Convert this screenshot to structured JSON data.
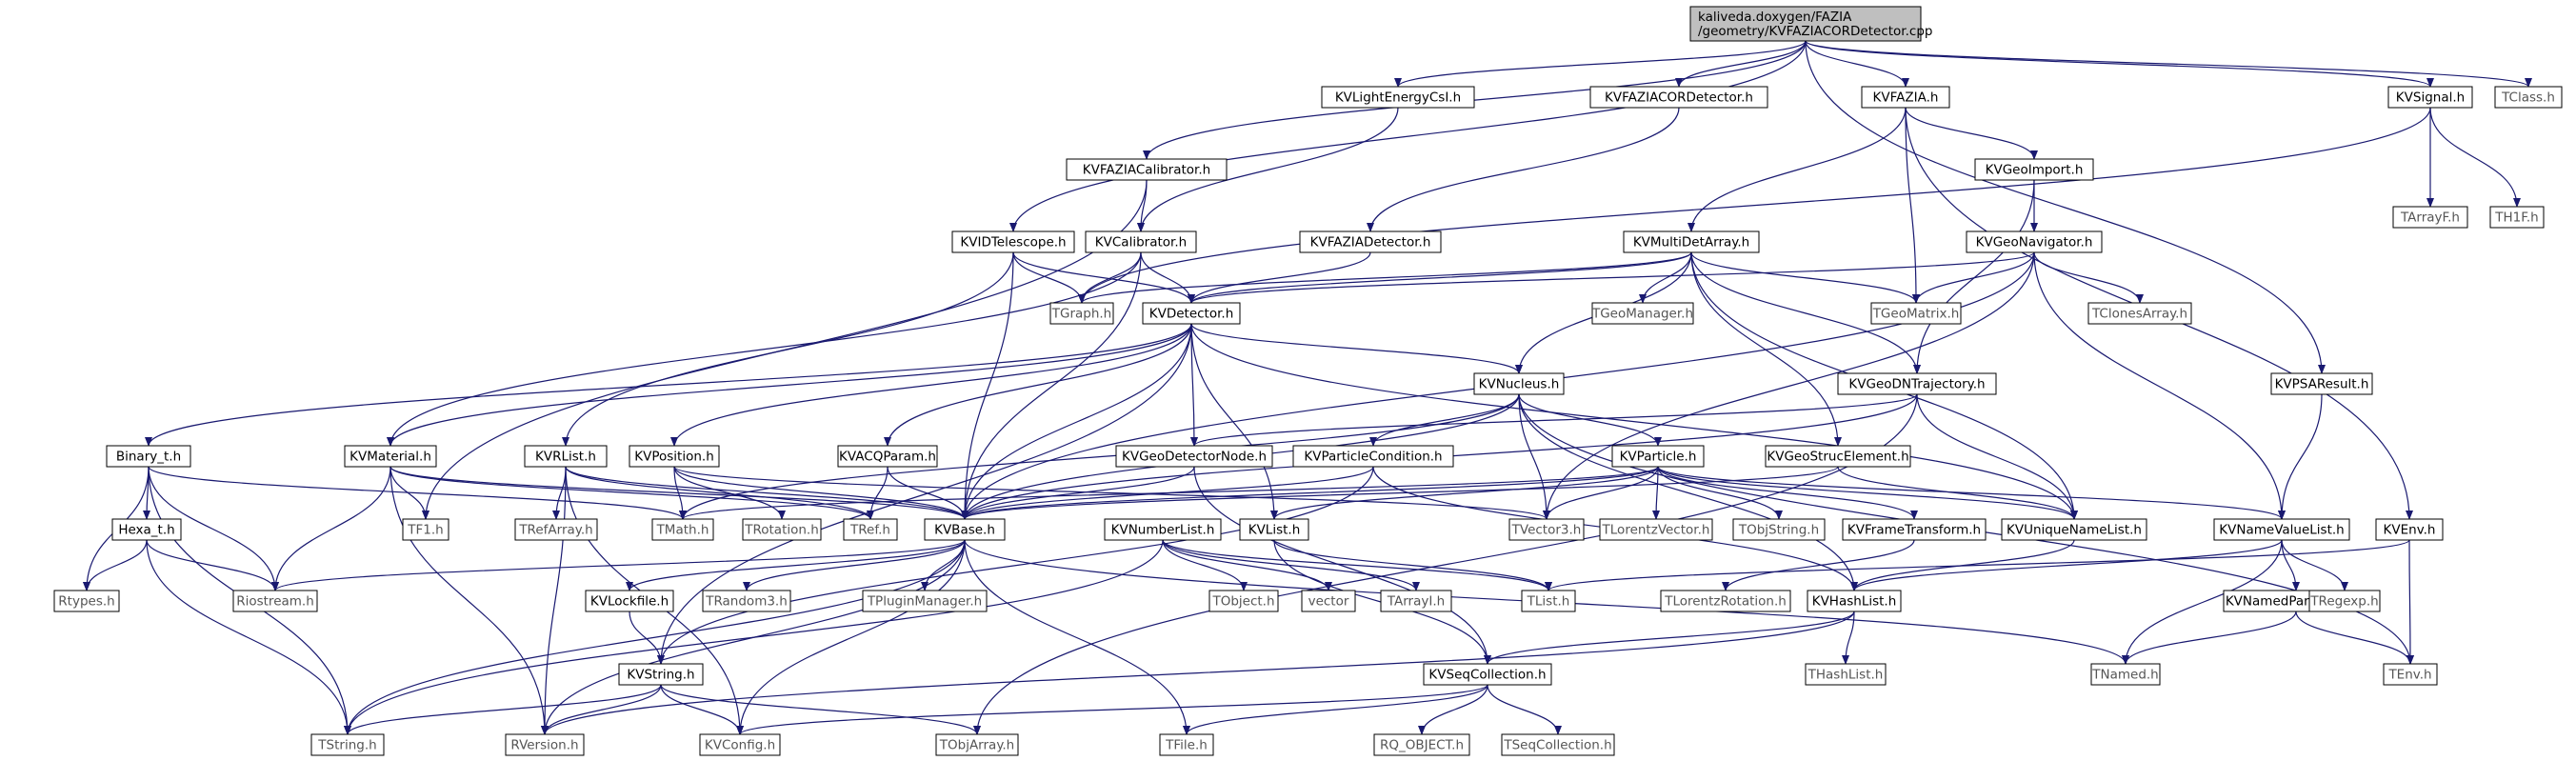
{
  "graph": {
    "nodes": [
      {
        "id": "root",
        "lines": [
          "kaliveda.doxygen/FAZIA",
          "/geometry/KVFAZIACORDetector.cpp"
        ],
        "kind": "root"
      },
      {
        "id": "KVLightEnergyCsI",
        "lines": [
          "KVLightEnergyCsI.h"
        ],
        "kind": "doc"
      },
      {
        "id": "KVFAZIACORDetector",
        "lines": [
          "KVFAZIACORDetector.h"
        ],
        "kind": "doc"
      },
      {
        "id": "KVFAZIA",
        "lines": [
          "KVFAZIA.h"
        ],
        "kind": "doc"
      },
      {
        "id": "KVSignal",
        "lines": [
          "KVSignal.h"
        ],
        "kind": "doc"
      },
      {
        "id": "TClass",
        "lines": [
          "TClass.h"
        ],
        "kind": "ext"
      },
      {
        "id": "KVFAZIACalibrator",
        "lines": [
          "KVFAZIACalibrator.h"
        ],
        "kind": "doc"
      },
      {
        "id": "KVGeoImport",
        "lines": [
          "KVGeoImport.h"
        ],
        "kind": "doc"
      },
      {
        "id": "TArrayF",
        "lines": [
          "TArrayF.h"
        ],
        "kind": "ext"
      },
      {
        "id": "TH1F",
        "lines": [
          "TH1F.h"
        ],
        "kind": "ext"
      },
      {
        "id": "KVIDTelescope",
        "lines": [
          "KVIDTelescope.h"
        ],
        "kind": "doc"
      },
      {
        "id": "KVCalibrator",
        "lines": [
          "KVCalibrator.h"
        ],
        "kind": "doc"
      },
      {
        "id": "KVFAZIADetector",
        "lines": [
          "KVFAZIADetector.h"
        ],
        "kind": "doc"
      },
      {
        "id": "KVMultiDetArray",
        "lines": [
          "KVMultiDetArray.h"
        ],
        "kind": "doc"
      },
      {
        "id": "KVGeoNavigator",
        "lines": [
          "KVGeoNavigator.h"
        ],
        "kind": "doc"
      },
      {
        "id": "TGraph",
        "lines": [
          "TGraph.h"
        ],
        "kind": "ext"
      },
      {
        "id": "KVDetector",
        "lines": [
          "KVDetector.h"
        ],
        "kind": "doc"
      },
      {
        "id": "TGeoManager",
        "lines": [
          "TGeoManager.h"
        ],
        "kind": "ext"
      },
      {
        "id": "TGeoMatrix",
        "lines": [
          "TGeoMatrix.h"
        ],
        "kind": "ext"
      },
      {
        "id": "TClonesArray",
        "lines": [
          "TClonesArray.h"
        ],
        "kind": "ext"
      },
      {
        "id": "KVNucleus",
        "lines": [
          "KVNucleus.h"
        ],
        "kind": "doc"
      },
      {
        "id": "KVGeoDNTrajectory",
        "lines": [
          "KVGeoDNTrajectory.h"
        ],
        "kind": "doc"
      },
      {
        "id": "KVPSAResult",
        "lines": [
          "KVPSAResult.h"
        ],
        "kind": "doc"
      },
      {
        "id": "Binary_t",
        "lines": [
          "Binary_t.h"
        ],
        "kind": "doc"
      },
      {
        "id": "KVMaterial",
        "lines": [
          "KVMaterial.h"
        ],
        "kind": "doc"
      },
      {
        "id": "KVRList",
        "lines": [
          "KVRList.h"
        ],
        "kind": "doc"
      },
      {
        "id": "KVPosition",
        "lines": [
          "KVPosition.h"
        ],
        "kind": "doc"
      },
      {
        "id": "KVACQParam",
        "lines": [
          "KVACQParam.h"
        ],
        "kind": "doc"
      },
      {
        "id": "KVGeoDetectorNode",
        "lines": [
          "KVGeoDetectorNode.h"
        ],
        "kind": "doc"
      },
      {
        "id": "KVParticleCondition",
        "lines": [
          "KVParticleCondition.h"
        ],
        "kind": "doc"
      },
      {
        "id": "KVParticle",
        "lines": [
          "KVParticle.h"
        ],
        "kind": "doc"
      },
      {
        "id": "KVGeoStrucElement",
        "lines": [
          "KVGeoStrucElement.h"
        ],
        "kind": "doc"
      },
      {
        "id": "Hexa_t",
        "lines": [
          "Hexa_t.h"
        ],
        "kind": "doc"
      },
      {
        "id": "TF1",
        "lines": [
          "TF1.h"
        ],
        "kind": "ext"
      },
      {
        "id": "TRefArray",
        "lines": [
          "TRefArray.h"
        ],
        "kind": "ext"
      },
      {
        "id": "TMath",
        "lines": [
          "TMath.h"
        ],
        "kind": "ext"
      },
      {
        "id": "TRotation",
        "lines": [
          "TRotation.h"
        ],
        "kind": "ext"
      },
      {
        "id": "TRef",
        "lines": [
          "TRef.h"
        ],
        "kind": "ext"
      },
      {
        "id": "KVBase",
        "lines": [
          "KVBase.h"
        ],
        "kind": "doc"
      },
      {
        "id": "KVList",
        "lines": [
          "KVList.h"
        ],
        "kind": "doc"
      },
      {
        "id": "TVector3",
        "lines": [
          "TVector3.h"
        ],
        "kind": "ext"
      },
      {
        "id": "TLorentzVector",
        "lines": [
          "TLorentzVector.h"
        ],
        "kind": "ext"
      },
      {
        "id": "TObjString",
        "lines": [
          "TObjString.h"
        ],
        "kind": "ext"
      },
      {
        "id": "KVFrameTransform",
        "lines": [
          "KVFrameTransform.h"
        ],
        "kind": "doc"
      },
      {
        "id": "KVUniqueNameList",
        "lines": [
          "KVUniqueNameList.h"
        ],
        "kind": "doc"
      },
      {
        "id": "KVNameValueList",
        "lines": [
          "KVNameValueList.h"
        ],
        "kind": "doc"
      },
      {
        "id": "KVEnv",
        "lines": [
          "KVEnv.h"
        ],
        "kind": "doc"
      },
      {
        "id": "KVNumberList",
        "lines": [
          "KVNumberList.h"
        ],
        "kind": "doc"
      },
      {
        "id": "Rtypes",
        "lines": [
          "Rtypes.h"
        ],
        "kind": "ext"
      },
      {
        "id": "Riostream",
        "lines": [
          "Riostream.h"
        ],
        "kind": "ext"
      },
      {
        "id": "KVLockfile",
        "lines": [
          "KVLockfile.h"
        ],
        "kind": "doc"
      },
      {
        "id": "TRandom3",
        "lines": [
          "TRandom3.h"
        ],
        "kind": "ext"
      },
      {
        "id": "TPluginManager",
        "lines": [
          "TPluginManager.h"
        ],
        "kind": "ext"
      },
      {
        "id": "TObject",
        "lines": [
          "TObject.h"
        ],
        "kind": "ext"
      },
      {
        "id": "vector",
        "lines": [
          "vector"
        ],
        "kind": "ext"
      },
      {
        "id": "TArrayI",
        "lines": [
          "TArrayI.h"
        ],
        "kind": "ext"
      },
      {
        "id": "TList",
        "lines": [
          "TList.h"
        ],
        "kind": "ext"
      },
      {
        "id": "TLorentzRotation",
        "lines": [
          "TLorentzRotation.h"
        ],
        "kind": "ext"
      },
      {
        "id": "KVHashList",
        "lines": [
          "KVHashList.h"
        ],
        "kind": "doc"
      },
      {
        "id": "KVNamedParameter",
        "lines": [
          "KVNamedParameter.h"
        ],
        "kind": "doc"
      },
      {
        "id": "TRegexp",
        "lines": [
          "TRegexp.h"
        ],
        "kind": "ext"
      },
      {
        "id": "KVString",
        "lines": [
          "KVString.h"
        ],
        "kind": "doc"
      },
      {
        "id": "KVSeqCollection",
        "lines": [
          "KVSeqCollection.h"
        ],
        "kind": "doc"
      },
      {
        "id": "THashList",
        "lines": [
          "THashList.h"
        ],
        "kind": "ext"
      },
      {
        "id": "TNamed",
        "lines": [
          "TNamed.h"
        ],
        "kind": "ext"
      },
      {
        "id": "TEnv",
        "lines": [
          "TEnv.h"
        ],
        "kind": "ext"
      },
      {
        "id": "TString",
        "lines": [
          "TString.h"
        ],
        "kind": "ext"
      },
      {
        "id": "RVersion",
        "lines": [
          "RVersion.h"
        ],
        "kind": "ext"
      },
      {
        "id": "KVConfig",
        "lines": [
          "KVConfig.h"
        ],
        "kind": "ext"
      },
      {
        "id": "TObjArray",
        "lines": [
          "TObjArray.h"
        ],
        "kind": "ext"
      },
      {
        "id": "TFile",
        "lines": [
          "TFile.h"
        ],
        "kind": "ext"
      },
      {
        "id": "RQ_OBJECT",
        "lines": [
          "RQ_OBJECT.h"
        ],
        "kind": "ext"
      },
      {
        "id": "TSeqCollection",
        "lines": [
          "TSeqCollection.h"
        ],
        "kind": "ext"
      }
    ],
    "edges": [
      [
        "root",
        "KVLightEnergyCsI"
      ],
      [
        "root",
        "KVFAZIACORDetector"
      ],
      [
        "root",
        "KVFAZIA"
      ],
      [
        "root",
        "KVSignal"
      ],
      [
        "root",
        "TClass"
      ],
      [
        "root",
        "KVFAZIACalibrator"
      ],
      [
        "root",
        "KVIDTelescope"
      ],
      [
        "root",
        "KVPSAResult"
      ],
      [
        "KVLightEnergyCsI",
        "KVCalibrator"
      ],
      [
        "KVFAZIACORDetector",
        "KVFAZIADetector"
      ],
      [
        "KVFAZIA",
        "KVGeoImport"
      ],
      [
        "KVFAZIA",
        "KVMultiDetArray"
      ],
      [
        "KVFAZIA",
        "TGeoMatrix"
      ],
      [
        "KVFAZIA",
        "KVEnv"
      ],
      [
        "KVSignal",
        "TArrayF"
      ],
      [
        "KVSignal",
        "TH1F"
      ],
      [
        "KVSignal",
        "TGraph"
      ],
      [
        "KVFAZIACalibrator",
        "KVCalibrator"
      ],
      [
        "KVFAZIACalibrator",
        "TF1"
      ],
      [
        "KVGeoImport",
        "KVGeoNavigator"
      ],
      [
        "KVGeoImport",
        "KVGeoDNTrajectory"
      ],
      [
        "KVIDTelescope",
        "KVDetector"
      ],
      [
        "KVIDTelescope",
        "TGraph"
      ],
      [
        "KVIDTelescope",
        "KVRList"
      ],
      [
        "KVIDTelescope",
        "KVBase"
      ],
      [
        "KVCalibrator",
        "KVDetector"
      ],
      [
        "KVCalibrator",
        "TGraph"
      ],
      [
        "KVCalibrator",
        "KVBase"
      ],
      [
        "KVCalibrator",
        "KVMaterial"
      ],
      [
        "KVFAZIADetector",
        "KVDetector"
      ],
      [
        "KVMultiDetArray",
        "KVDetector"
      ],
      [
        "KVMultiDetArray",
        "TGraph"
      ],
      [
        "KVMultiDetArray",
        "TGeoManager"
      ],
      [
        "KVMultiDetArray",
        "TGeoMatrix"
      ],
      [
        "KVMultiDetArray",
        "KVNucleus"
      ],
      [
        "KVMultiDetArray",
        "KVGeoDNTrajectory"
      ],
      [
        "KVMultiDetArray",
        "KVGeoStrucElement"
      ],
      [
        "KVMultiDetArray",
        "KVUniqueNameList"
      ],
      [
        "KVGeoNavigator",
        "KVDetector"
      ],
      [
        "KVGeoNavigator",
        "TGeoMatrix"
      ],
      [
        "KVGeoNavigator",
        "TClonesArray"
      ],
      [
        "KVGeoNavigator",
        "KVNameValueList"
      ],
      [
        "KVGeoNavigator",
        "TVector3"
      ],
      [
        "KVGeoNavigator",
        "KVBase"
      ],
      [
        "KVDetector",
        "Binary_t"
      ],
      [
        "KVDetector",
        "KVMaterial"
      ],
      [
        "KVDetector",
        "KVPosition"
      ],
      [
        "KVDetector",
        "KVACQParam"
      ],
      [
        "KVDetector",
        "KVGeoDetectorNode"
      ],
      [
        "KVDetector",
        "KVNucleus"
      ],
      [
        "KVDetector",
        "KVList"
      ],
      [
        "KVDetector",
        "KVUniqueNameList"
      ],
      [
        "KVDetector",
        "KVBase"
      ],
      [
        "KVDetector",
        "KVString"
      ],
      [
        "KVNucleus",
        "KVParticle"
      ],
      [
        "KVNucleus",
        "KVParticleCondition"
      ],
      [
        "KVNucleus",
        "TVector3"
      ],
      [
        "KVNucleus",
        "KVBase"
      ],
      [
        "KVNucleus",
        "TEnv"
      ],
      [
        "KVNucleus",
        "KVHashList"
      ],
      [
        "KVNucleus",
        "TMath"
      ],
      [
        "KVGeoDNTrajectory",
        "KVGeoDetectorNode"
      ],
      [
        "KVGeoDNTrajectory",
        "KVUniqueNameList"
      ],
      [
        "KVGeoDNTrajectory",
        "KVBase"
      ],
      [
        "KVGeoDNTrajectory",
        "TObjArray"
      ],
      [
        "KVPSAResult",
        "KVNameValueList"
      ],
      [
        "Binary_t",
        "Hexa_t"
      ],
      [
        "Binary_t",
        "Rtypes"
      ],
      [
        "Binary_t",
        "Riostream"
      ],
      [
        "Binary_t",
        "TString"
      ],
      [
        "Binary_t",
        "TMath"
      ],
      [
        "KVMaterial",
        "TF1"
      ],
      [
        "KVMaterial",
        "KVBase"
      ],
      [
        "KVMaterial",
        "Riostream"
      ],
      [
        "KVMaterial",
        "RVersion"
      ],
      [
        "KVMaterial",
        "TRef"
      ],
      [
        "KVRList",
        "TRefArray"
      ],
      [
        "KVRList",
        "KVBase"
      ],
      [
        "KVRList",
        "RVersion"
      ],
      [
        "KVRList",
        "KVConfig"
      ],
      [
        "KVRList",
        "TRef"
      ],
      [
        "KVPosition",
        "TMath"
      ],
      [
        "KVPosition",
        "TRotation"
      ],
      [
        "KVPosition",
        "KVBase"
      ],
      [
        "KVPosition",
        "TVector3"
      ],
      [
        "KVACQParam",
        "KVBase"
      ],
      [
        "KVACQParam",
        "TRef"
      ],
      [
        "KVGeoDetectorNode",
        "KVBase"
      ],
      [
        "KVGeoDetectorNode",
        "KVSeqCollection"
      ],
      [
        "KVParticleCondition",
        "KVBase"
      ],
      [
        "KVParticleCondition",
        "KVString"
      ],
      [
        "KVParticleCondition",
        "KVHashList"
      ],
      [
        "KVParticle",
        "TVector3"
      ],
      [
        "KVParticle",
        "TLorentzVector"
      ],
      [
        "KVParticle",
        "TObjString"
      ],
      [
        "KVParticle",
        "KVFrameTransform"
      ],
      [
        "KVParticle",
        "KVUniqueNameList"
      ],
      [
        "KVParticle",
        "KVNameValueList"
      ],
      [
        "KVParticle",
        "KVBase"
      ],
      [
        "KVParticle",
        "KVList"
      ],
      [
        "KVParticle",
        "TMath"
      ],
      [
        "KVGeoStrucElement",
        "KVBase"
      ],
      [
        "KVGeoStrucElement",
        "KVUniqueNameList"
      ],
      [
        "Hexa_t",
        "Rtypes"
      ],
      [
        "Hexa_t",
        "Riostream"
      ],
      [
        "Hexa_t",
        "TString"
      ],
      [
        "KVBase",
        "Riostream"
      ],
      [
        "KVBase",
        "KVLockfile"
      ],
      [
        "KVBase",
        "TRandom3"
      ],
      [
        "KVBase",
        "TPluginManager"
      ],
      [
        "KVBase",
        "TNamed"
      ],
      [
        "KVBase",
        "TString"
      ],
      [
        "KVBase",
        "RVersion"
      ],
      [
        "KVBase",
        "KVConfig"
      ],
      [
        "KVBase",
        "TFile"
      ],
      [
        "KVList",
        "TList"
      ],
      [
        "KVList",
        "KVSeqCollection"
      ],
      [
        "KVFrameTransform",
        "TLorentzRotation"
      ],
      [
        "KVUniqueNameList",
        "KVHashList"
      ],
      [
        "KVNameValueList",
        "KVNamedParameter"
      ],
      [
        "KVNameValueList",
        "TRegexp"
      ],
      [
        "KVNameValueList",
        "KVHashList"
      ],
      [
        "KVNameValueList",
        "TNamed"
      ],
      [
        "KVEnv",
        "TEnv"
      ],
      [
        "KVEnv",
        "TList"
      ],
      [
        "KVNumberList",
        "TObject"
      ],
      [
        "KVNumberList",
        "vector"
      ],
      [
        "KVNumberList",
        "TArrayI"
      ],
      [
        "KVNumberList",
        "TList"
      ],
      [
        "KVNumberList",
        "TString"
      ],
      [
        "KVLockfile",
        "KVString"
      ],
      [
        "KVHashList",
        "KVSeqCollection"
      ],
      [
        "KVHashList",
        "THashList"
      ],
      [
        "KVHashList",
        "RVersion"
      ],
      [
        "KVNamedParameter",
        "TNamed"
      ],
      [
        "KVNamedParameter",
        "TEnv"
      ],
      [
        "KVString",
        "TString"
      ],
      [
        "KVString",
        "RVersion"
      ],
      [
        "KVString",
        "KVConfig"
      ],
      [
        "KVString",
        "TObjArray"
      ],
      [
        "KVSeqCollection",
        "KVConfig"
      ],
      [
        "KVSeqCollection",
        "TFile"
      ],
      [
        "KVSeqCollection",
        "RQ_OBJECT"
      ],
      [
        "KVSeqCollection",
        "TSeqCollection"
      ]
    ]
  },
  "colors": {
    "edge": "#191970",
    "root_fill": "#bfbfbf",
    "doc_fill": "#ffffff",
    "doc_stroke": "#000000",
    "ext_stroke": "#bfbfbf",
    "ext_text": "#555555",
    "text": "#000000"
  }
}
